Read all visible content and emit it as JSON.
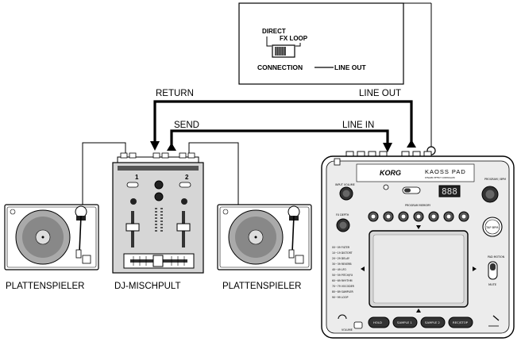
{
  "switch_box": {
    "direct": "DIRECT",
    "fx_loop": "FX LOOP",
    "connection": "CONNECTION",
    "line_out": "LINE OUT"
  },
  "cables": {
    "return": "RETURN",
    "send": "SEND",
    "line_out": "LINE OUT",
    "line_in": "LINE IN"
  },
  "devices": {
    "turntable_left": "PLATTENSPIELER",
    "mixer": "DJ-MISCHPULT",
    "turntable_right": "PLATTENSPIELER"
  },
  "mixer_panel": {
    "ch1": "1",
    "ch2": "2"
  },
  "kaoss_pad": {
    "brand": "KORG",
    "model": "KAOSS PAD",
    "subtitle": "DYNAMIC EFFECT CONTROLLER",
    "input_volume": "INPUT VOLUME",
    "fx_depth": "FX DEPTH",
    "program_bpm": "PROGRAM / BPM",
    "program_memory": "PROGRAM MEMORY",
    "display": "888",
    "tap_bpm": "TAP BPM",
    "pad_motion": "PAD MOTION",
    "mute": "MUTE",
    "hold": "HOLD",
    "sample1": "SAMPLE 1",
    "sample2": "SAMPLE 2",
    "rec_stop": "REC/STOP",
    "volume": "VOLUME",
    "effects_list": [
      "00~09 FILTER",
      "10~19 DISTORT",
      "20~29 DELAY",
      "30~39 REVERB",
      "40~49 LFO",
      "50~59 PITCH/FX",
      "60~69 RHYTHM",
      "70~79 VOCODER",
      "80~89 SAMPLER",
      "90~99 LOOP"
    ]
  }
}
